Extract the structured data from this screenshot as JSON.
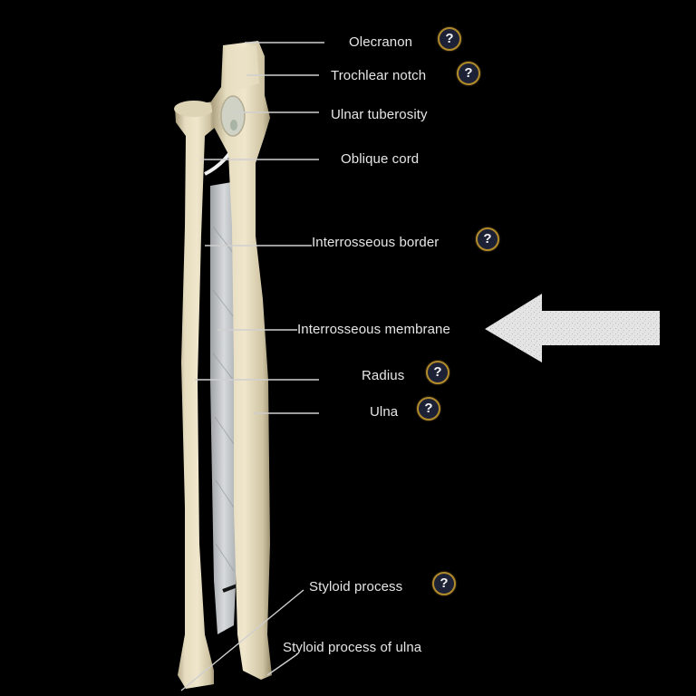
{
  "diagram": {
    "subject": "Forearm bones (radius and ulna) with interosseous membrane",
    "background_color": "#000000",
    "bone_color": "#e3d9bc",
    "membrane_color": "#c9cccf",
    "help_badge": {
      "glyph": "?",
      "fill": "#1d2136",
      "ring": "#b08a2a"
    },
    "pointer_arrow": {
      "icon": "left-arrow",
      "color": "#e8e8e8",
      "points_to": "Interrosseous membrane"
    },
    "labels": [
      {
        "id": "olecranon",
        "text": "Olecranon",
        "has_help": true
      },
      {
        "id": "trochlear-notch",
        "text": "Trochlear notch",
        "has_help": true
      },
      {
        "id": "ulnar-tuberosity",
        "text": "Ulnar tuberosity",
        "has_help": false
      },
      {
        "id": "oblique-cord",
        "text": "Oblique cord",
        "has_help": false
      },
      {
        "id": "interosseous-border",
        "text": "Interrosseous border",
        "has_help": true
      },
      {
        "id": "interosseous-membrane",
        "text": "Interrosseous membrane",
        "has_help": false
      },
      {
        "id": "radius",
        "text": "Radius",
        "has_help": true
      },
      {
        "id": "ulna",
        "text": "Ulna",
        "has_help": true
      },
      {
        "id": "styloid-process",
        "text": "Styloid process",
        "has_help": true
      },
      {
        "id": "styloid-process-of-ulna",
        "text": "Styloid process of ulna",
        "has_help": false
      }
    ]
  }
}
